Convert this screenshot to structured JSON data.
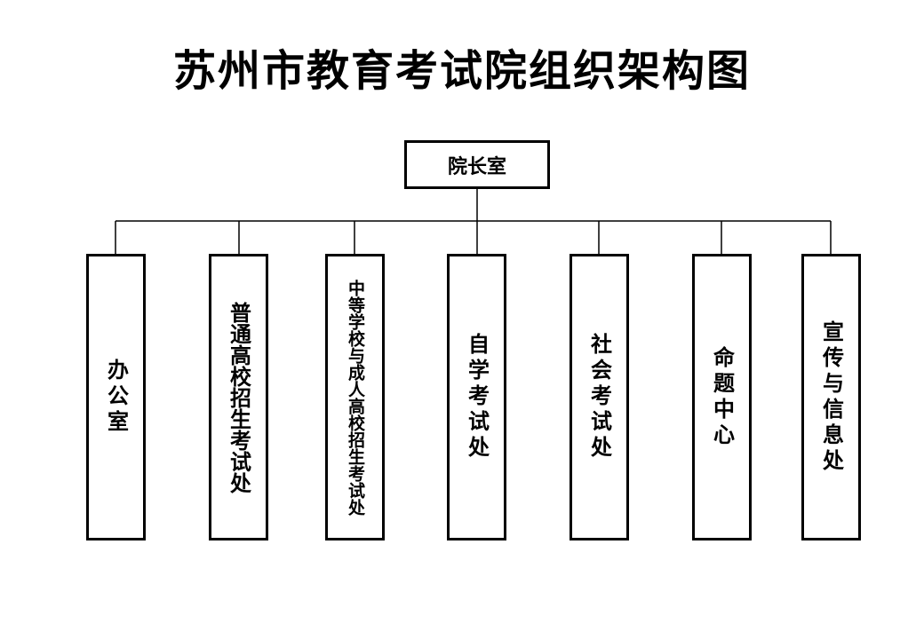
{
  "title": "苏州市教育考试院组织架构图",
  "root": {
    "label": "院长室"
  },
  "departments": [
    {
      "label": "办公室"
    },
    {
      "label": "普通高校招生考试处"
    },
    {
      "label": "中等学校与成人高校招生考试处"
    },
    {
      "label": "自学考试处"
    },
    {
      "label": "社会考试处"
    },
    {
      "label": "命题中心"
    },
    {
      "label": "宣传与信息处"
    }
  ],
  "colors": {
    "line": "#000000",
    "box_border": "#000000",
    "background": "#ffffff"
  }
}
